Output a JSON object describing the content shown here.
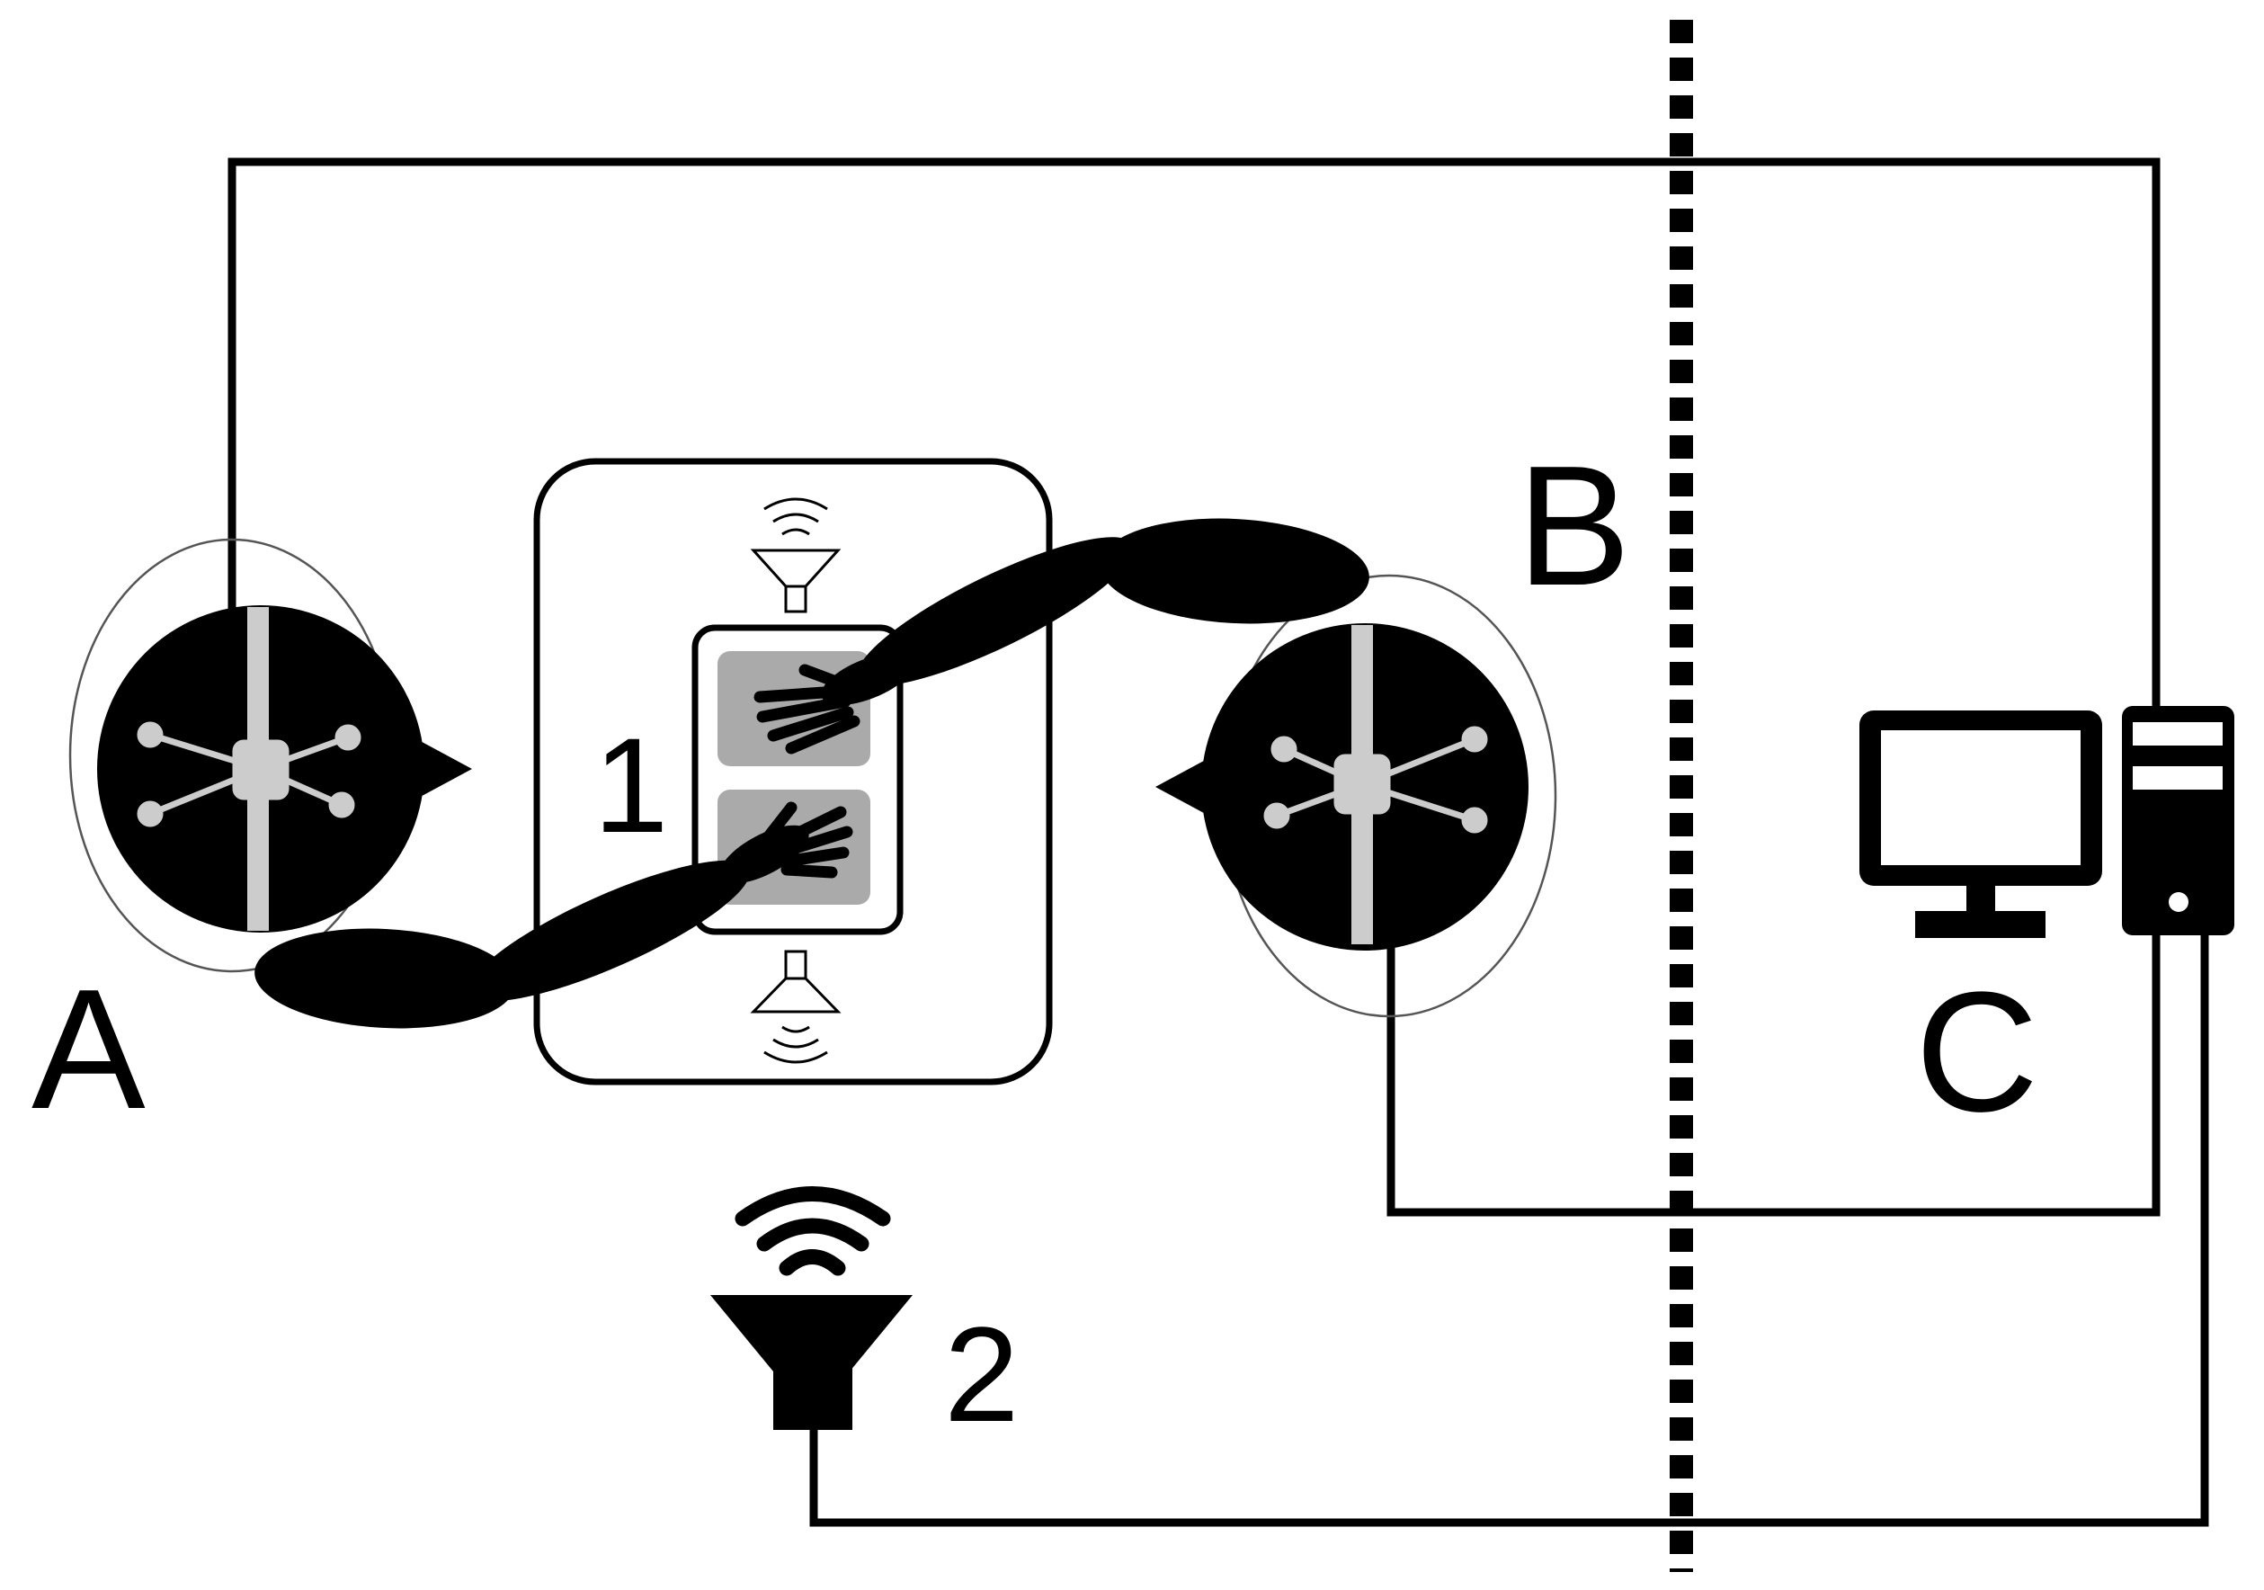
{
  "labels": {
    "participant_a": "A",
    "participant_b": "B",
    "computer": "C",
    "device": "1",
    "speaker": "2"
  },
  "colors": {
    "ink": "#000000",
    "paper": "#ffffff",
    "sensor_gray": "#cccccc",
    "pad_gray": "#aaaaaa",
    "fill_dark": "#000000"
  },
  "icons": {
    "eeg_cap_a": "eeg-cap-icon",
    "eeg_cap_b": "eeg-cap-icon",
    "tapping_device": "tapping-device-icon",
    "speaker": "speaker-icon",
    "monitor": "monitor-icon",
    "tower": "computer-tower-icon"
  }
}
